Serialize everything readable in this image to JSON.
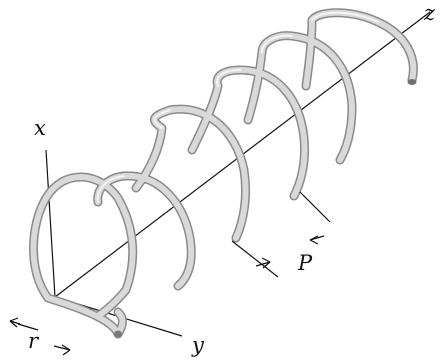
{
  "labels": {
    "x_axis": "x",
    "y_axis": "y",
    "z_axis": "z",
    "radius": "r",
    "pitch": "P"
  },
  "colors": {
    "background": "#ffffff",
    "line": "#111111",
    "coil_outline": "#8a8a8a",
    "coil_fill": "#d9d9d9",
    "coil_highlight": "#f4f4f4"
  }
}
